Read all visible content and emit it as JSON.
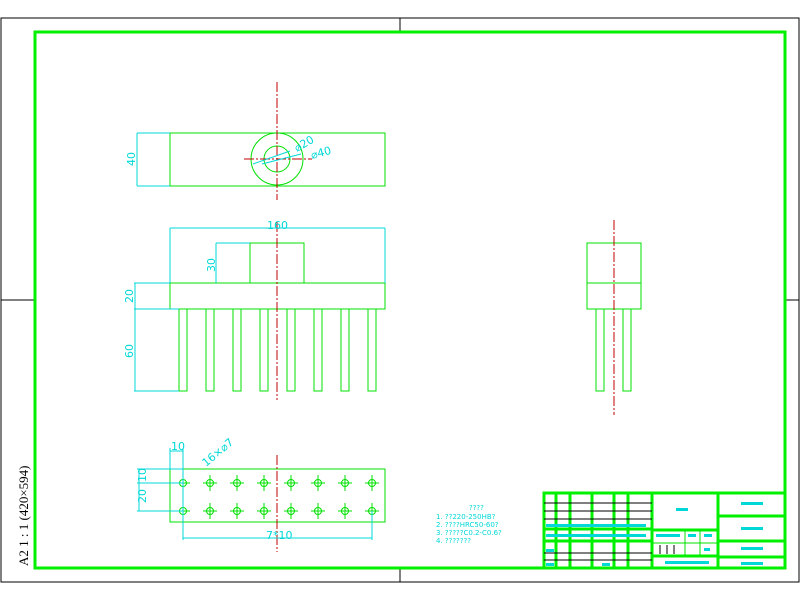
{
  "sheet": {
    "size_label": "A2  1 : 1  (420×594)"
  },
  "top_view": {
    "height_dim": "40",
    "inner_dia": "⌀20",
    "outer_dia": "⌀40"
  },
  "front_view": {
    "width_dim": "160",
    "boss_dim": "30",
    "base_dim": "20",
    "pin_dim": "60"
  },
  "bottom_view": {
    "edge_dim": "10",
    "hole_label": "16×⌀7",
    "row_dim": "10",
    "pitch_y_dim": "20",
    "pitch_x_dim": "7*10"
  },
  "notes": {
    "title": "????",
    "items": [
      "1.  ??220-250HB?",
      "2.  ????HRC50-60?",
      "3.  ?????C0.2-C0.6?",
      "4.  ???????"
    ]
  },
  "colors": {
    "outline": "#00e000",
    "dimension": "#00d8d8",
    "centerline": "#c00000"
  }
}
